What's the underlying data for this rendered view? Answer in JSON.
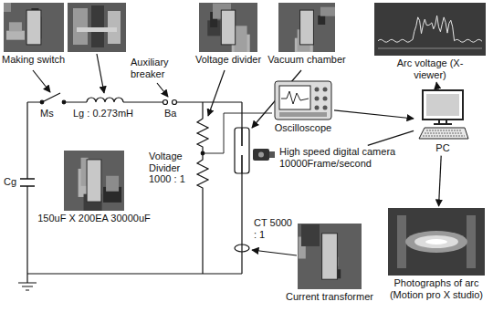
{
  "diagram": {
    "nodes": [
      {
        "text": [
          "Making switch"
        ]
      },
      {
        "text": [
          "Voltage divider"
        ]
      },
      {
        "text": [
          "Vacuum chamber"
        ]
      },
      {
        "text": [
          "Arc voltage (X- viewer)"
        ]
      },
      {
        "text": [
          "Oscilloscope"
        ]
      },
      {
        "text": [
          "PC"
        ]
      },
      {
        "text": [
          "High speed digital camera 10000Frame/second"
        ]
      },
      {
        "text": [
          "150uF X 200EA 30000uF"
        ]
      },
      {
        "text": [
          "Current transformer"
        ]
      },
      {
        "text": [
          "Photographs of arc (Motion pro X studio)"
        ]
      }
    ],
    "edges": [
      {
        "from": 4,
        "to": 5,
        "arrow": "to"
      },
      {
        "from": 5,
        "to": 3,
        "arrow": "to"
      },
      {
        "from": 5,
        "to": 9,
        "arrow": "to"
      },
      {
        "from": 6,
        "to": 5,
        "arrow": "none"
      }
    ],
    "labels": [
      "Ms",
      "Lg : 0.273mH",
      "Auxiliary breaker",
      "Ba",
      "Voltage Divider 1000 : 1",
      "Cg",
      "CT 5000 : 1"
    ]
  }
}
